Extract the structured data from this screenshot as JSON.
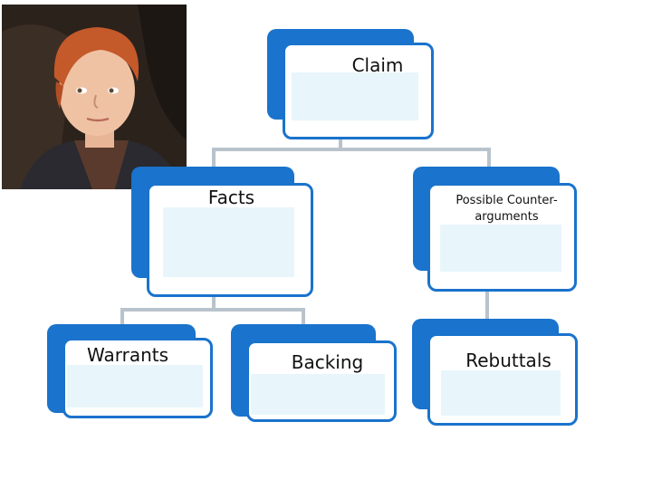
{
  "diagram": {
    "nodes": {
      "claim": {
        "label": "Claim"
      },
      "facts": {
        "label": "Facts"
      },
      "counter": {
        "label": "Possible Counter-arguments"
      },
      "warrants": {
        "label": "Warrants"
      },
      "backing": {
        "label": "Backing"
      },
      "rebuttals": {
        "label": "Rebuttals"
      }
    }
  },
  "colors": {
    "accent": "#1a73cc",
    "fill": "#e8f6fb",
    "connector": "#b9c3cc"
  },
  "photo": {
    "icon": "portrait-photo"
  }
}
